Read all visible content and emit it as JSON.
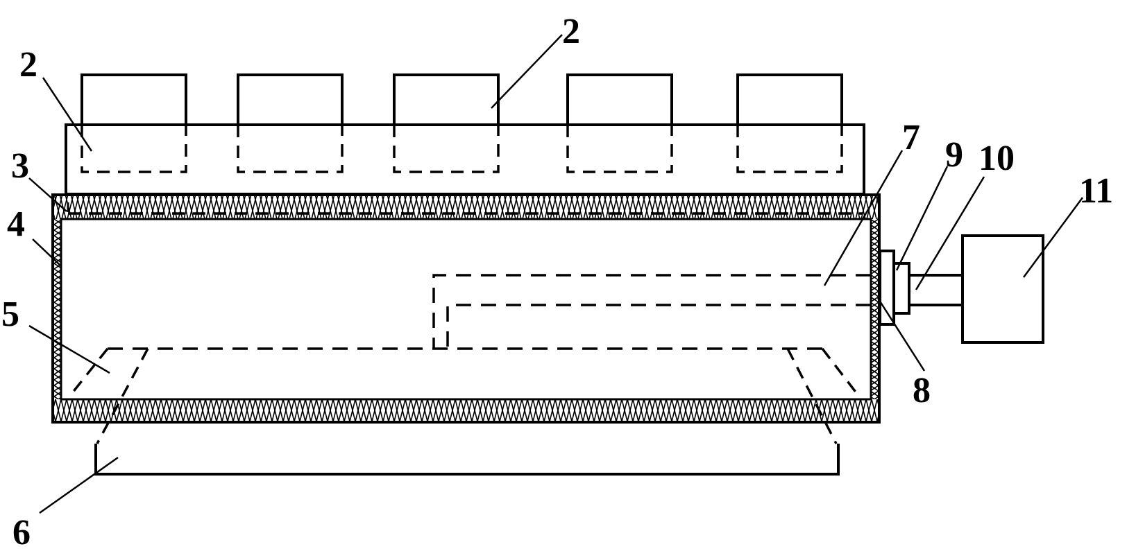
{
  "labels": {
    "l2a": "2",
    "l2b": "2",
    "l3": "3",
    "l4": "4",
    "l5": "5",
    "l6": "6",
    "l7": "7",
    "l8": "8",
    "l9": "9",
    "l10": "10",
    "l11": "11"
  },
  "colors": {
    "line": "#000000",
    "background": "#ffffff"
  }
}
